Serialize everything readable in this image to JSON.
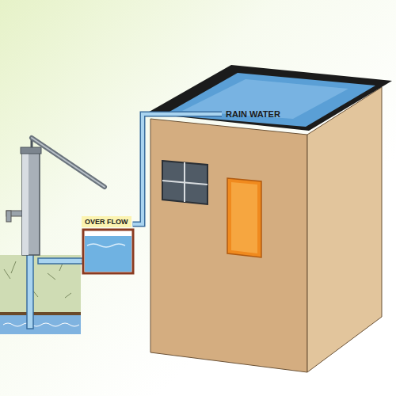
{
  "diagram": {
    "nodes": [
      {
        "text": [
          "RAIN WATER"
        ]
      },
      {
        "text": [
          "OVER FLOW"
        ]
      }
    ],
    "edges": [
      {
        "from": 0,
        "to": 1,
        "arrow": "none"
      }
    ]
  }
}
